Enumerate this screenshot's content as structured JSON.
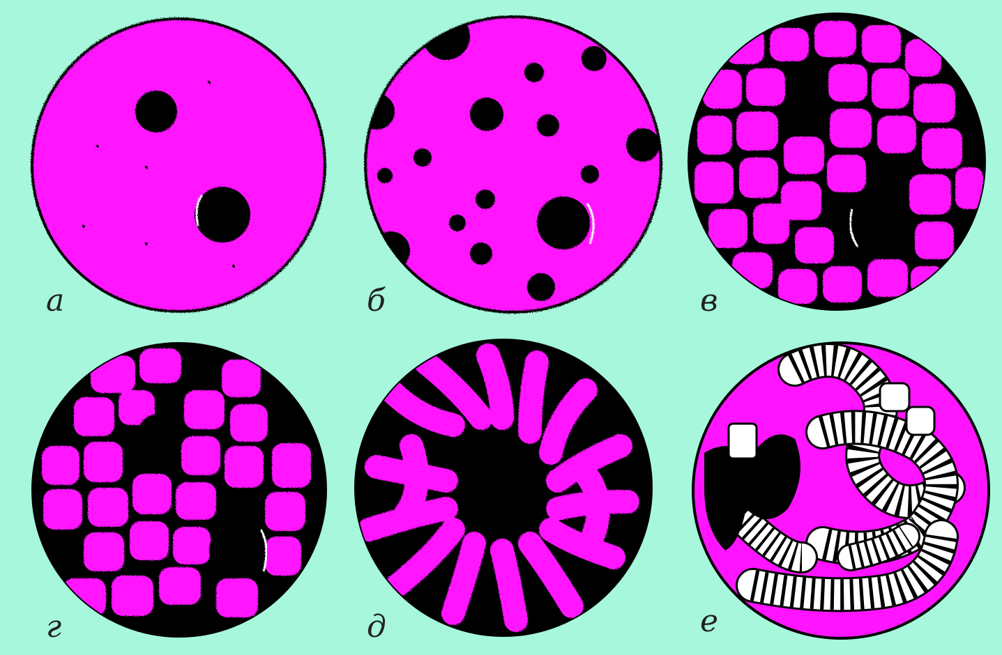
{
  "figure": {
    "background_color": "#a6f7dc",
    "tissue_color": "#ff14ff",
    "edge_color": "#000000",
    "panels": [
      {
        "id": "a",
        "label": "а"
      },
      {
        "id": "b",
        "label": "б"
      },
      {
        "id": "v",
        "label": "в"
      },
      {
        "id": "g",
        "label": "г"
      },
      {
        "id": "d",
        "label": "д"
      },
      {
        "id": "e",
        "label": "е"
      }
    ]
  }
}
